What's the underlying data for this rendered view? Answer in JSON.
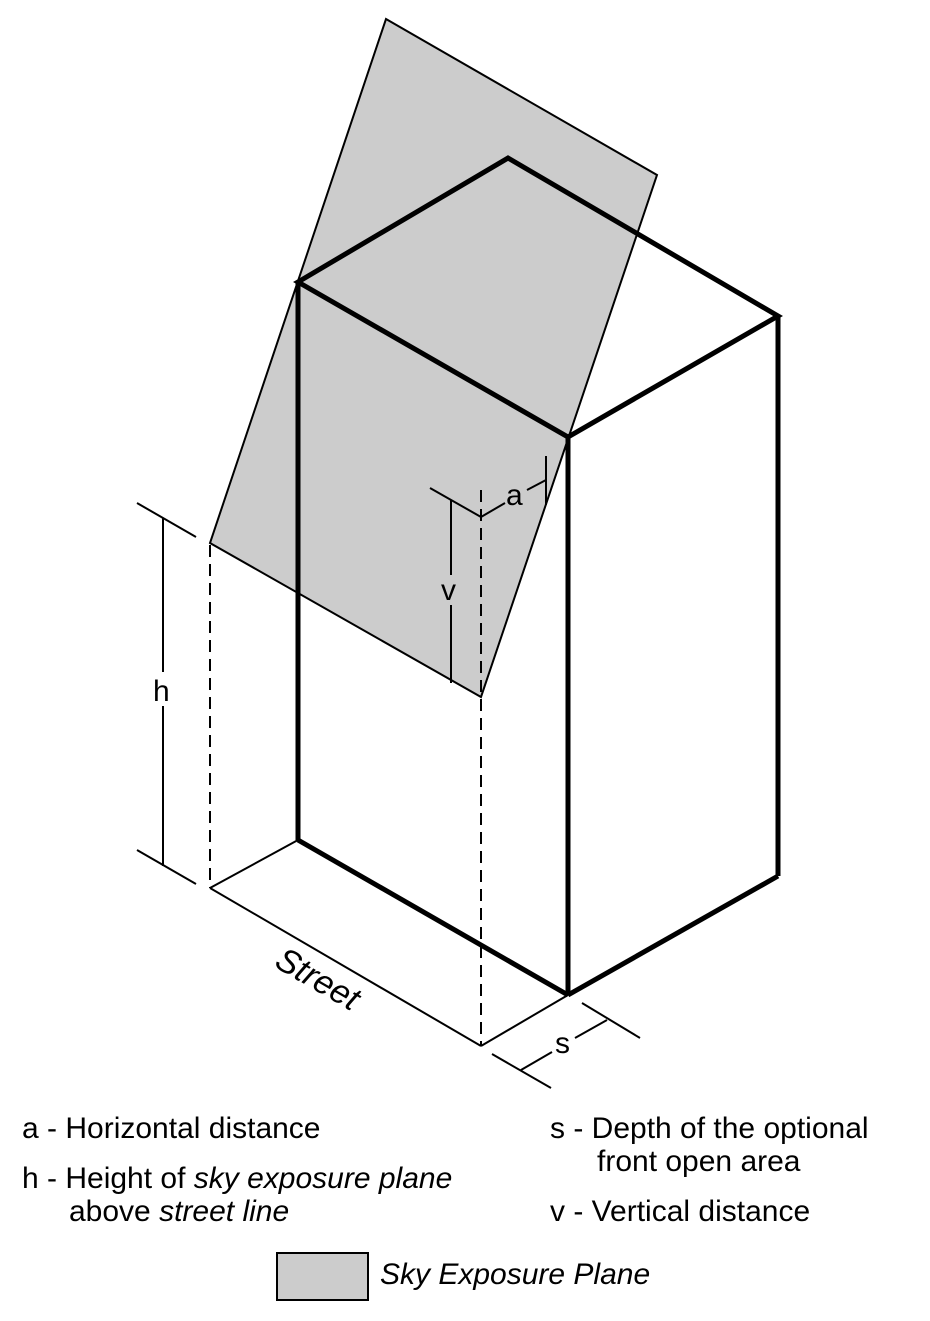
{
  "diagram": {
    "title": "Sky exposure plane isometric diagram",
    "colors": {
      "plane_fill": "#cccccc",
      "line": "#000000",
      "background": "#ffffff"
    },
    "labels": {
      "a": "a",
      "v": "v",
      "h": "h",
      "s": "s",
      "street": "Street"
    }
  },
  "legend": {
    "a": {
      "key": "a",
      "sep": " - ",
      "text": "Horizontal distance"
    },
    "h": {
      "key": "h",
      "sep": " - ",
      "text_1": "Height of ",
      "text_2_italic": "sky exposure plane",
      "line2_text": "above ",
      "line2_italic": "street line"
    },
    "s": {
      "key": "s",
      "sep": " - ",
      "text": "Depth of the optional",
      "line2_text": "front open area"
    },
    "v": {
      "key": "v",
      "sep": " - ",
      "text": "Vertical distance"
    },
    "swatch": {
      "label": "Sky Exposure Plane",
      "color": "#cccccc"
    }
  }
}
